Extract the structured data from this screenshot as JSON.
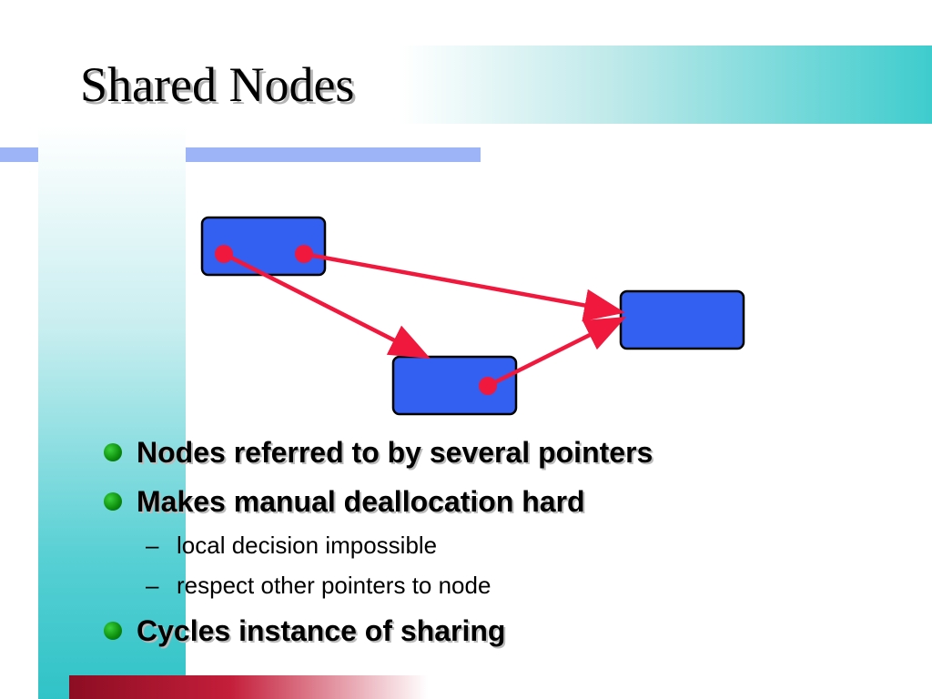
{
  "slide": {
    "title": "Shared Nodes",
    "bullets": [
      {
        "level": 1,
        "text": "Nodes referred to by several pointers"
      },
      {
        "level": 1,
        "text": "Makes manual deallocation hard"
      },
      {
        "level": 2,
        "text": "local decision impossible"
      },
      {
        "level": 2,
        "text": "respect other pointers to node"
      },
      {
        "level": 1,
        "text": "Cycles instance of sharing"
      }
    ],
    "sub_marker": "–"
  },
  "diagram": {
    "nodes": [
      "node-a",
      "node-b",
      "node-c"
    ],
    "colors": {
      "node_fill": "#3360f0",
      "node_border": "#000000",
      "pointer": "#f0183c",
      "bullet": "#0b8c0b",
      "title_band_end": "#3ecccd",
      "accent_bar": "#9db5f6",
      "bottom_bar": "#c41e3a"
    }
  }
}
